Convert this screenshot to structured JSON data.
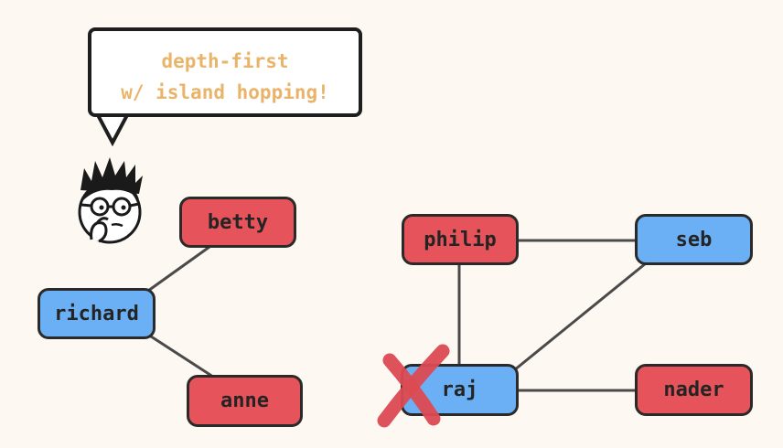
{
  "bubble": {
    "line1": "depth-first",
    "line2": "w/ island hopping!"
  },
  "nodes": {
    "betty": "betty",
    "richard": "richard",
    "anne": "anne",
    "philip": "philip",
    "seb": "seb",
    "raj": "raj",
    "nader": "nader"
  },
  "colors": {
    "background": "#fdf8f2",
    "visited_node": "#e7535a",
    "unvisited_node": "#6bb0f4",
    "bubble_text": "#e9b46a",
    "edge": "#4a4a4a",
    "cross": "#dc4a52"
  },
  "icons": {
    "character": "thinking-person-icon",
    "cross": "cross-mark-icon"
  }
}
